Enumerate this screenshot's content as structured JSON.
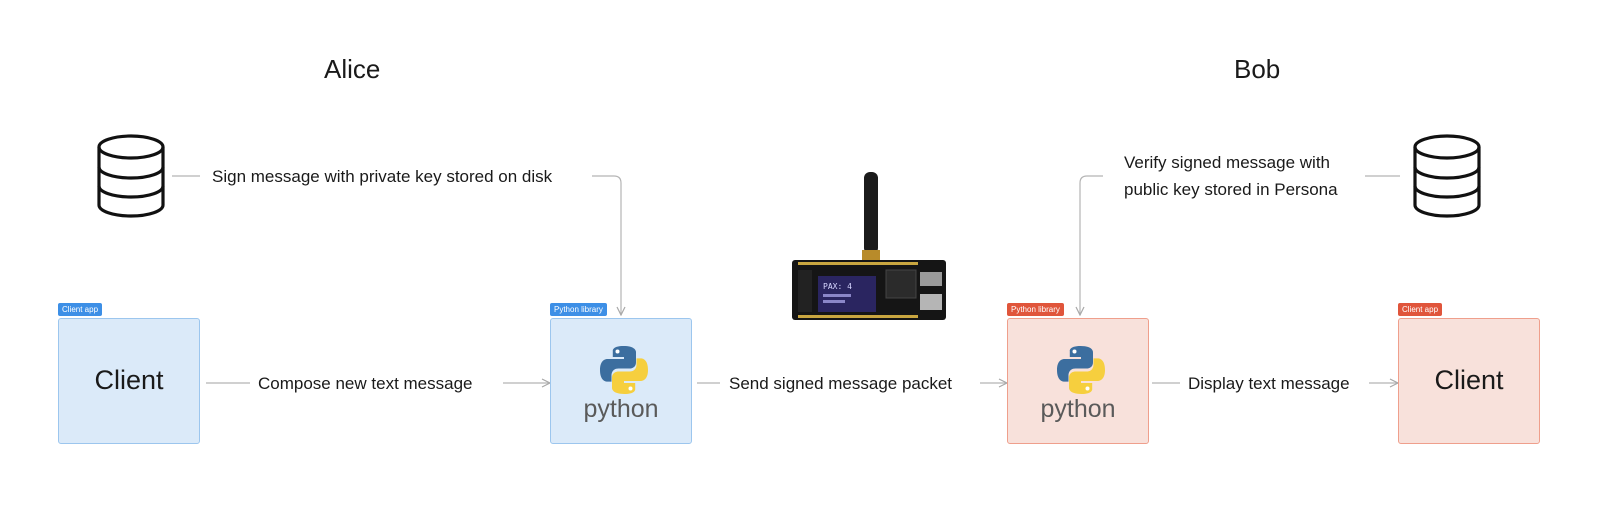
{
  "alice": {
    "name": "Alice"
  },
  "bob": {
    "name": "Bob"
  },
  "steps": {
    "sign": "Sign message with private key stored on disk",
    "compose": "Compose new text message",
    "send": "Send signed message packet",
    "verify_line1": "Verify signed message with",
    "verify_line2": "public key stored in Persona",
    "display": "Display text message"
  },
  "nodes": {
    "alice_client": {
      "tag": "Client app",
      "label": "Client"
    },
    "alice_python": {
      "tag": "Python library",
      "word": "python"
    },
    "bob_python": {
      "tag": "Python library",
      "word": "python"
    },
    "bob_client": {
      "tag": "Client app",
      "label": "Client"
    }
  },
  "device": {
    "screen_text": "PAX: 4"
  },
  "icons": [
    "database-icon",
    "python-logo-icon",
    "lora-radio-board-icon"
  ],
  "colors": {
    "alice_fill": "#dbeaf9",
    "alice_tag": "#3d8fe6",
    "bob_fill": "#f8e1db",
    "bob_tag": "#e0553b",
    "arrow": "#b0b0b0"
  }
}
